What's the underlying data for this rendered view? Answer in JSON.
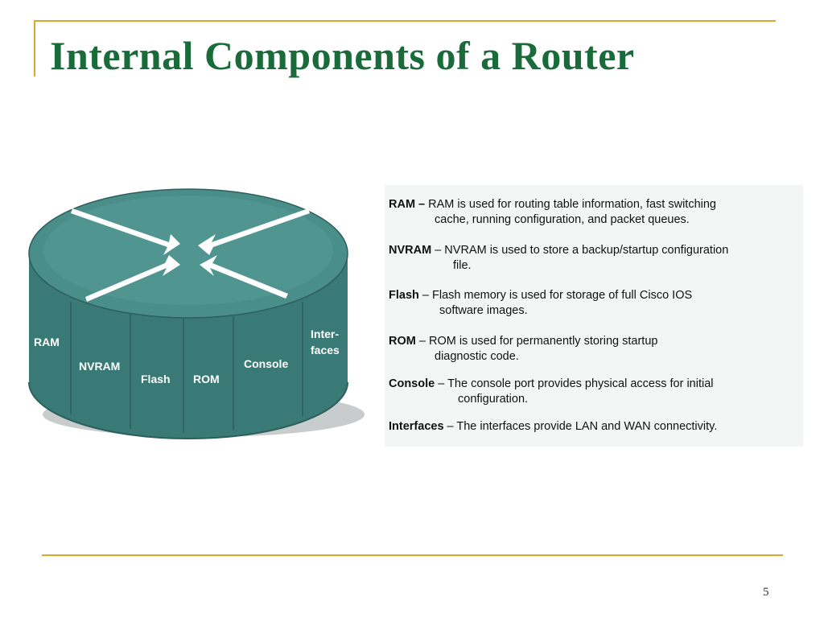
{
  "slide": {
    "title": "Internal Components of a Router",
    "page_number": "5"
  },
  "router": {
    "segments": {
      "ram": "RAM",
      "nvram": "NVRAM",
      "flash": "Flash",
      "rom": "ROM",
      "console": "Console",
      "interfaces_line1": "Inter-",
      "interfaces_line2": "faces"
    },
    "colors": {
      "top": "#4a8e8a",
      "side": "#3a7a76",
      "shadow": "#c9cccc",
      "arrow": "#ffffff"
    }
  },
  "descriptions": [
    {
      "term": "RAM",
      "sep": " – ",
      "line1": "RAM is used for routing table information, fast switching",
      "line2": "cache, running configuration, and packet queues."
    },
    {
      "term": "NVRAM",
      "sep": " – ",
      "line1": "NVRAM is used to store a backup/startup configuration",
      "line2": "file."
    },
    {
      "term": "Flash",
      "sep": " – ",
      "line1": "Flash memory is used for storage of full Cisco IOS",
      "line2": "software images."
    },
    {
      "term": "ROM",
      "sep": " – ",
      "line1": "ROM is used for permanently storing startup",
      "line2": "diagnostic code."
    },
    {
      "term": "Console",
      "sep": " – ",
      "line1": "The console port provides physical access for initial",
      "line2": "configuration."
    },
    {
      "term": "Interfaces",
      "sep": " – ",
      "line1": "The interfaces provide LAN and WAN connectivity.",
      "line2": ""
    }
  ]
}
